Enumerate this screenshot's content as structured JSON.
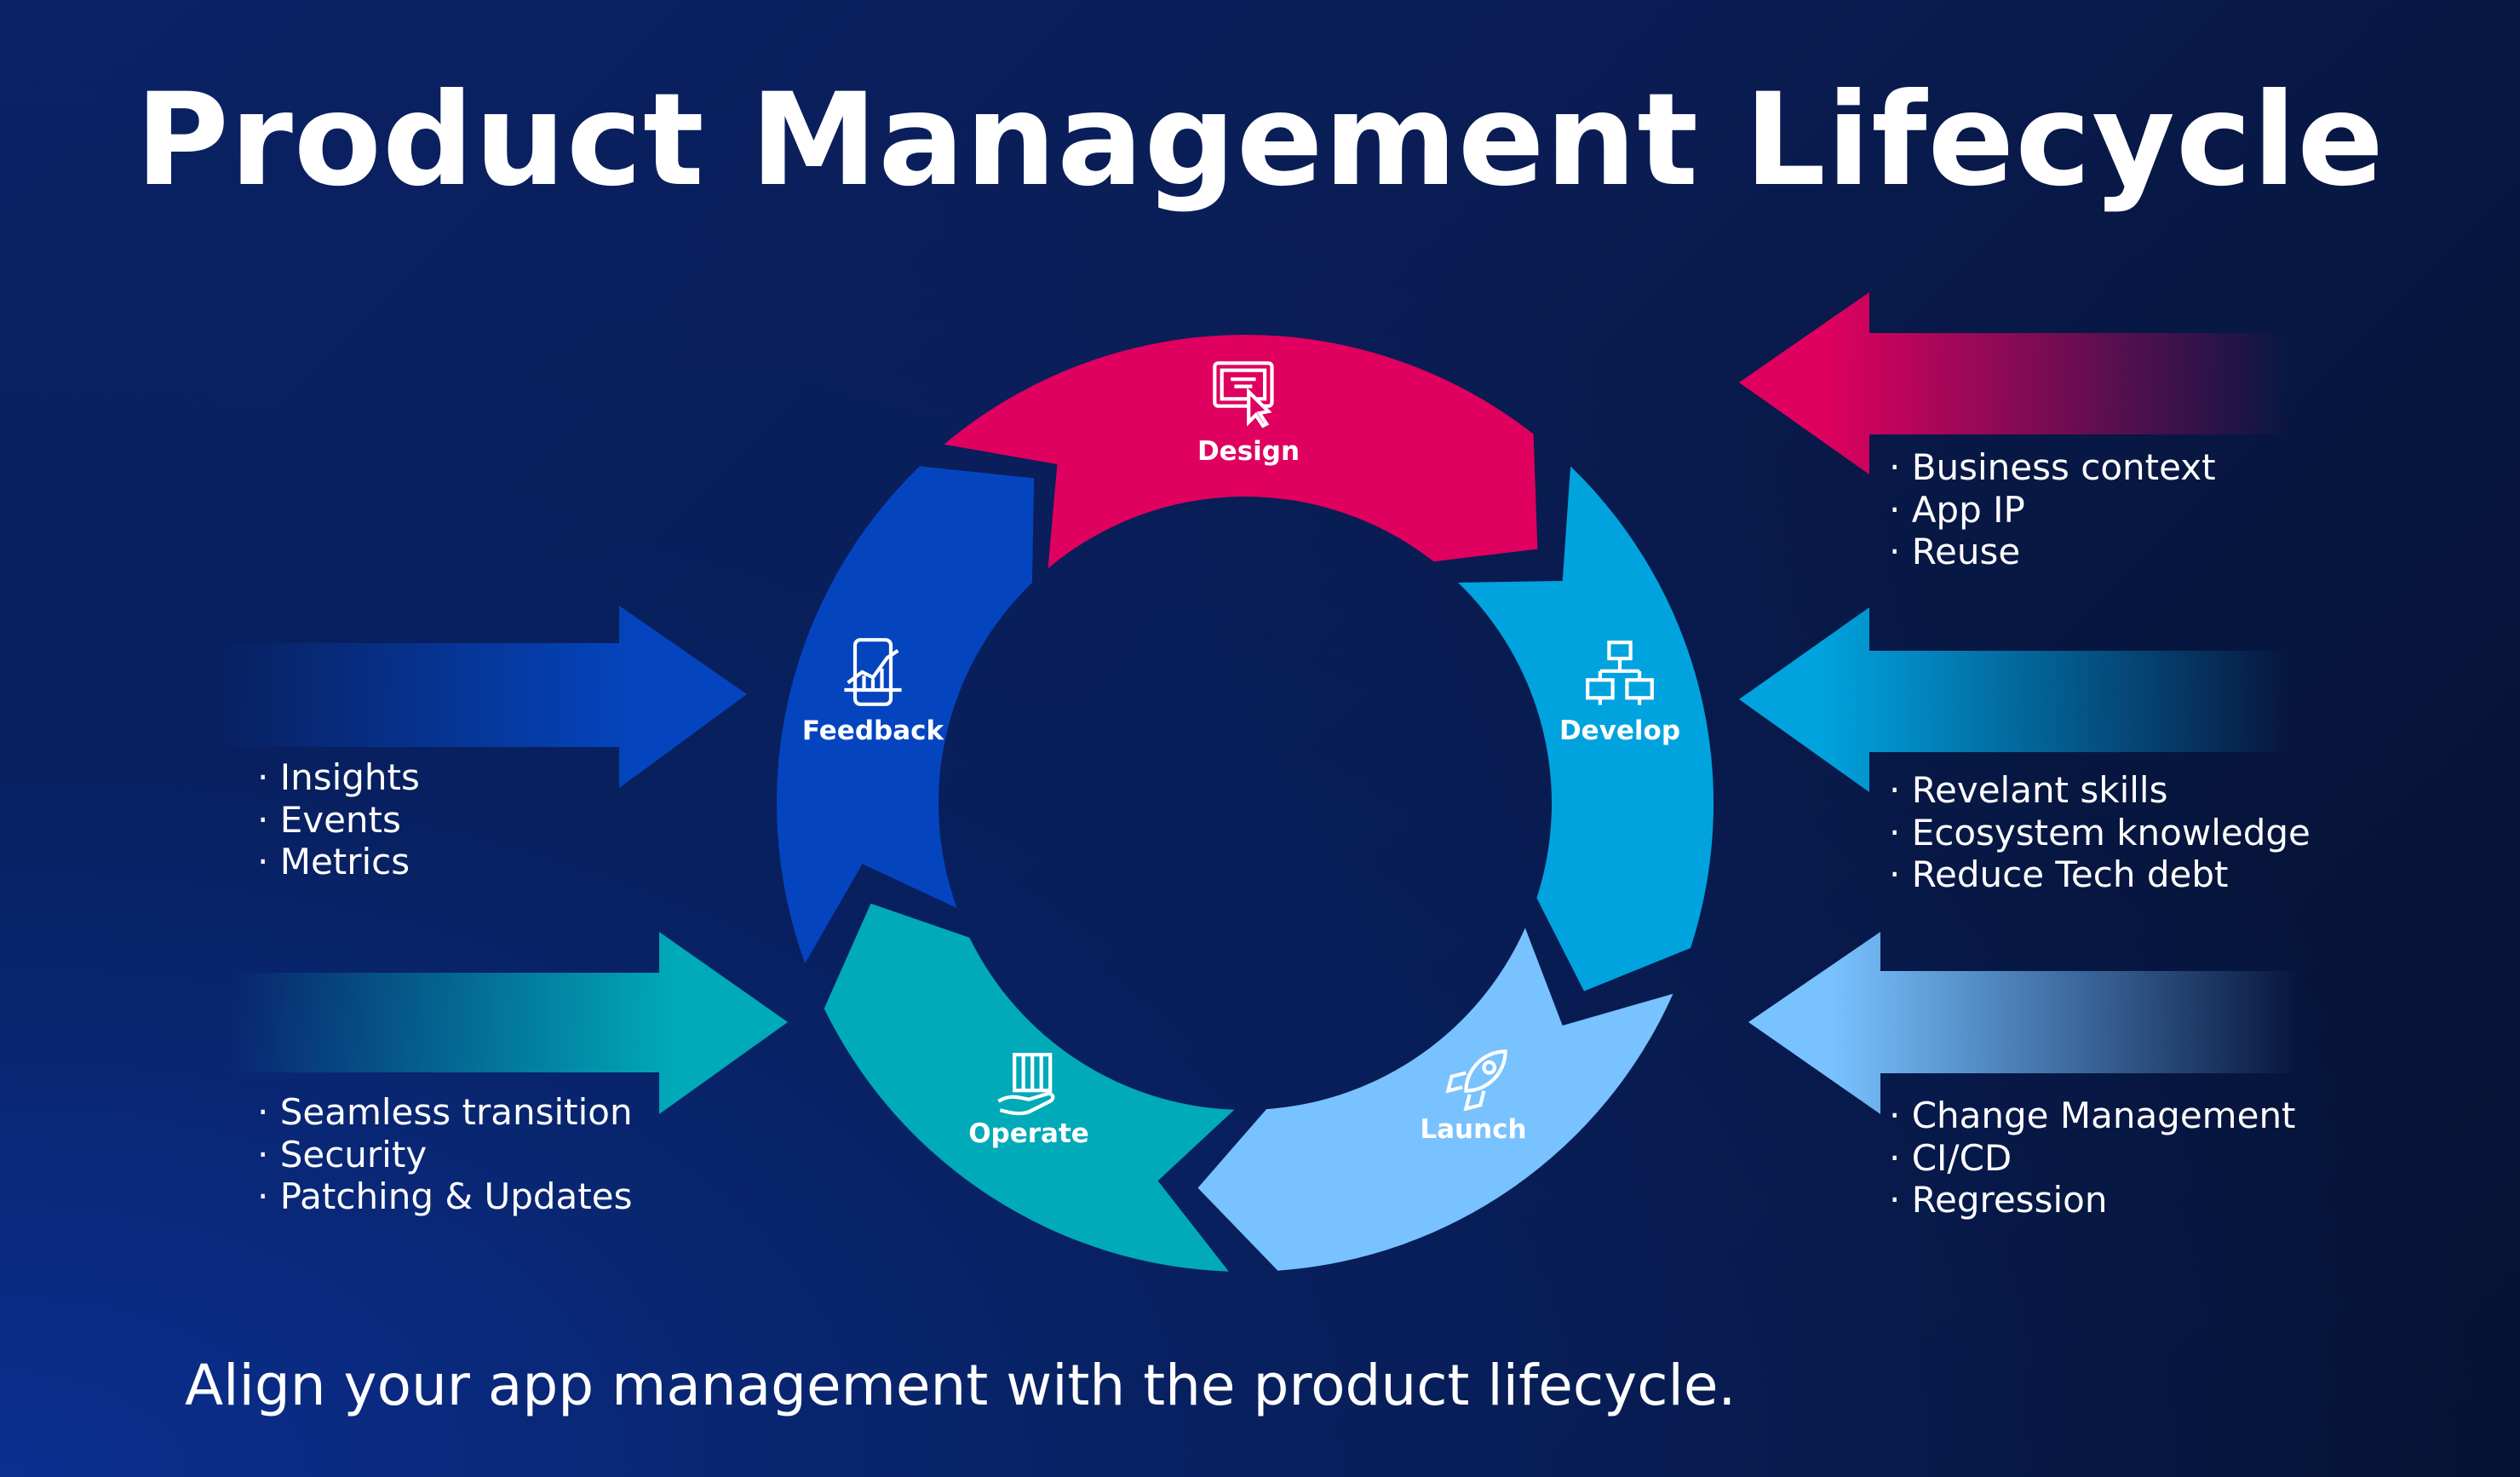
{
  "title": "Product Management Lifecycle",
  "subtitle": "Align your app management with the product lifecycle.",
  "colors": {
    "design": "#e0005f",
    "develop": "#00a3de",
    "launch": "#78c2ff",
    "operate": "#00aab8",
    "feedback": "#0445bf"
  },
  "stages": [
    {
      "key": "design",
      "label": "Design",
      "icon": "monitor-cursor-icon"
    },
    {
      "key": "develop",
      "label": "Develop",
      "icon": "network-computers-icon"
    },
    {
      "key": "launch",
      "label": "Launch",
      "icon": "rocket-icon"
    },
    {
      "key": "operate",
      "label": "Operate",
      "icon": "hand-server-icon"
    },
    {
      "key": "feedback",
      "label": "Feedback",
      "icon": "phone-chart-icon"
    }
  ],
  "inputs": {
    "design": [
      "Business context",
      "App IP",
      "Reuse"
    ],
    "develop": [
      "Revelant skills",
      "Ecosystem knowledge",
      "Reduce Tech debt"
    ],
    "launch": [
      "Change Management",
      "CI/CD",
      "Regression"
    ],
    "feedback": [
      "Insights",
      "Events",
      "Metrics"
    ],
    "operate": [
      "Seamless transition",
      "Security",
      "Patching & Updates"
    ]
  }
}
